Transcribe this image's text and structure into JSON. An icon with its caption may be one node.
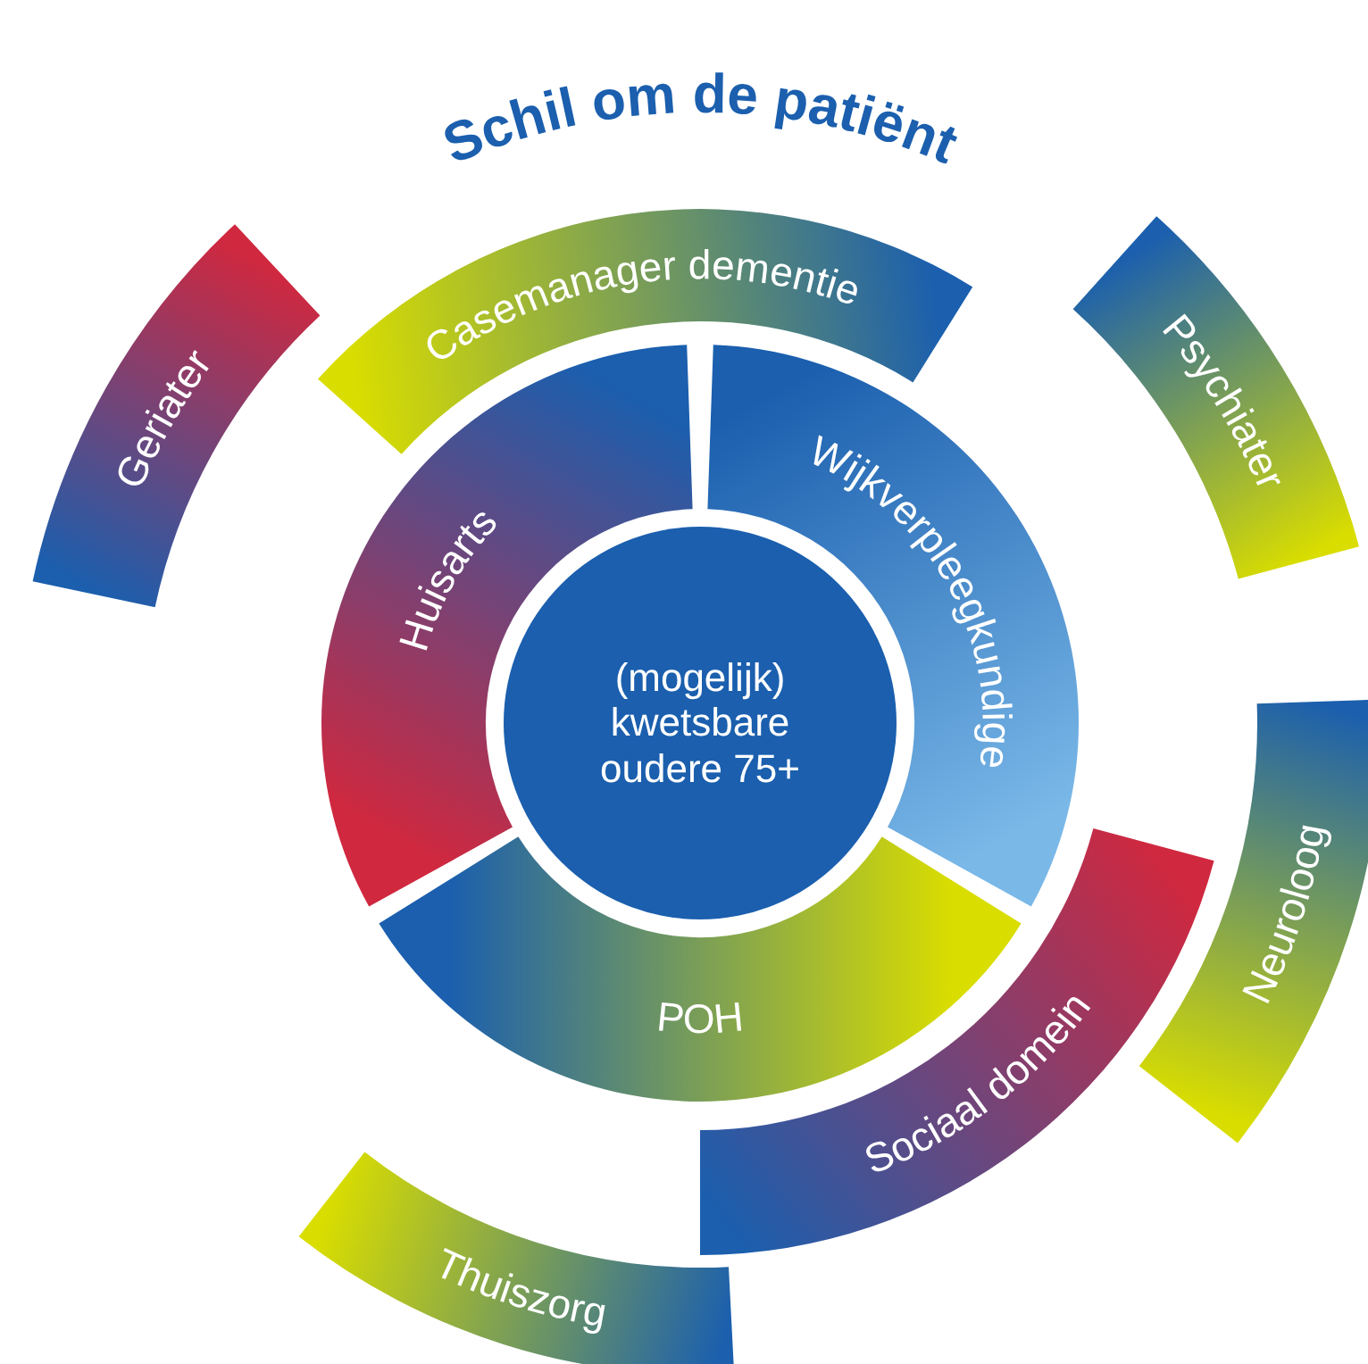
{
  "diagram": {
    "title": "Schil om de patiënt",
    "nodes": [
      {
        "text": [
          "(mogelijk) kwetsbare oudere 75+"
        ]
      },
      {
        "text": [
          "Huisarts"
        ]
      },
      {
        "text": [
          "Wijkverpleegkundige"
        ]
      },
      {
        "text": [
          "POH"
        ]
      },
      {
        "text": [
          "Casemanager dementie"
        ]
      },
      {
        "text": [
          "Geriater"
        ]
      },
      {
        "text": [
          "Psychiater"
        ]
      },
      {
        "text": [
          "Neuroloog"
        ]
      },
      {
        "text": [
          "Sociaal domein"
        ]
      },
      {
        "text": [
          "Thuiszorg"
        ]
      }
    ],
    "edges": []
  }
}
